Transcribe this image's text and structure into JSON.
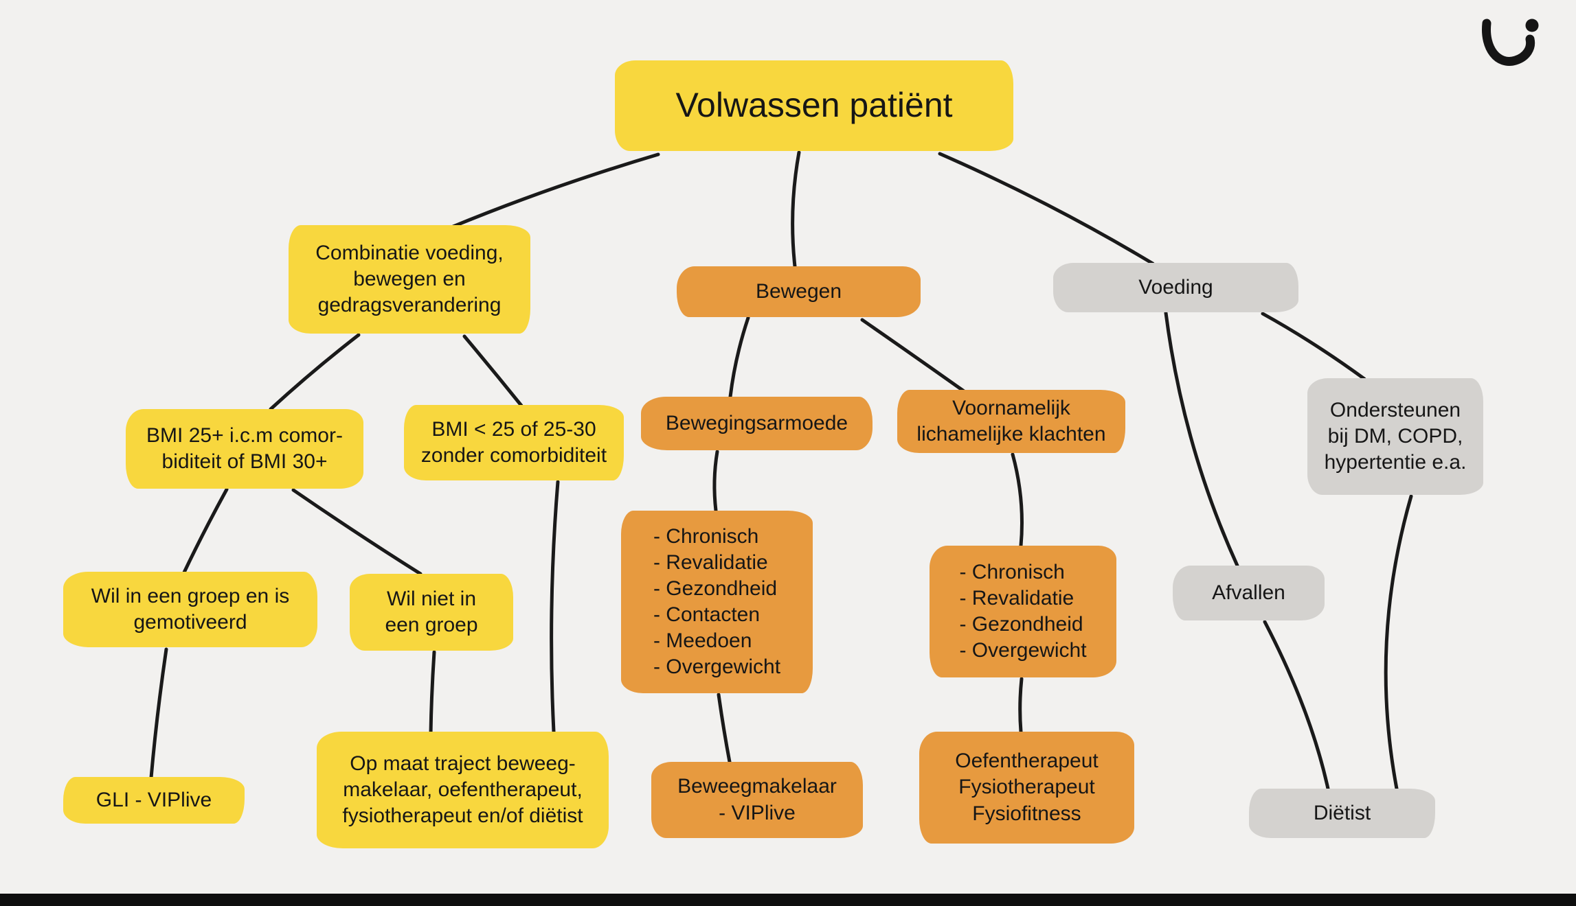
{
  "page": {
    "background": "#f2f1ef",
    "line_color": "#1a1a1a",
    "footer_bar_color": "#0e0e0e"
  },
  "palette": {
    "yellow": "#f8d73e",
    "orange": "#e79a3f",
    "gray": "#d4d2cf"
  },
  "logo": {
    "name": "smile-logo"
  },
  "nodes": {
    "root": {
      "label": "Volwassen patiënt",
      "color": "#f8d73e"
    },
    "combinatie": {
      "label": "Combinatie voeding,\nbewegen en\ngedragsverandering",
      "color": "#f8d73e"
    },
    "bewegen": {
      "label": "Bewegen",
      "color": "#e79a3f"
    },
    "voeding": {
      "label": "Voeding",
      "color": "#d4d2cf"
    },
    "bmi_hoog": {
      "label": "BMI 25+ i.c.m comor-\nbiditeit of BMI 30+",
      "color": "#f8d73e"
    },
    "bmi_laag": {
      "label": "BMI < 25 of 25-30\nzonder comorbiditeit",
      "color": "#f8d73e"
    },
    "bewegingsarmoede": {
      "label": "Bewegingsarmoede",
      "color": "#e79a3f"
    },
    "klachten": {
      "label": "Voornamelijk\nlichamelijke klachten",
      "color": "#e79a3f"
    },
    "ondersteunen": {
      "label": "Ondersteunen\nbij DM, COPD,\nhypertentie e.a.",
      "color": "#d4d2cf"
    },
    "wil_groep": {
      "label": "Wil in een groep en is\ngemotiveerd",
      "color": "#f8d73e"
    },
    "wil_niet": {
      "label": "Wil niet in\neen groep",
      "color": "#f8d73e"
    },
    "lijst_bewegingsarmoede": {
      "label": "- Chronisch\n- Revalidatie\n- Gezondheid\n- Contacten\n- Meedoen\n- Overgewicht",
      "color": "#e79a3f"
    },
    "lijst_klachten": {
      "label": "- Chronisch\n- Revalidatie\n- Gezondheid\n- Overgewicht",
      "color": "#e79a3f"
    },
    "afvallen": {
      "label": "Afvallen",
      "color": "#d4d2cf"
    },
    "gli": {
      "label": "GLI - VIPlive",
      "color": "#f8d73e"
    },
    "op_maat": {
      "label": "Op maat traject beweeg-\nmakelaar, oefentherapeut,\nfysiotherapeut en/of diëtist",
      "color": "#f8d73e"
    },
    "beweegmakelaar": {
      "label": "Beweegmakelaar\n- VIPlive",
      "color": "#e79a3f"
    },
    "oefentherapeut": {
      "label": "Oefentherapeut\nFysiotherapeut\nFysiofitness",
      "color": "#e79a3f"
    },
    "dietist": {
      "label": "Diëtist",
      "color": "#d4d2cf"
    }
  }
}
